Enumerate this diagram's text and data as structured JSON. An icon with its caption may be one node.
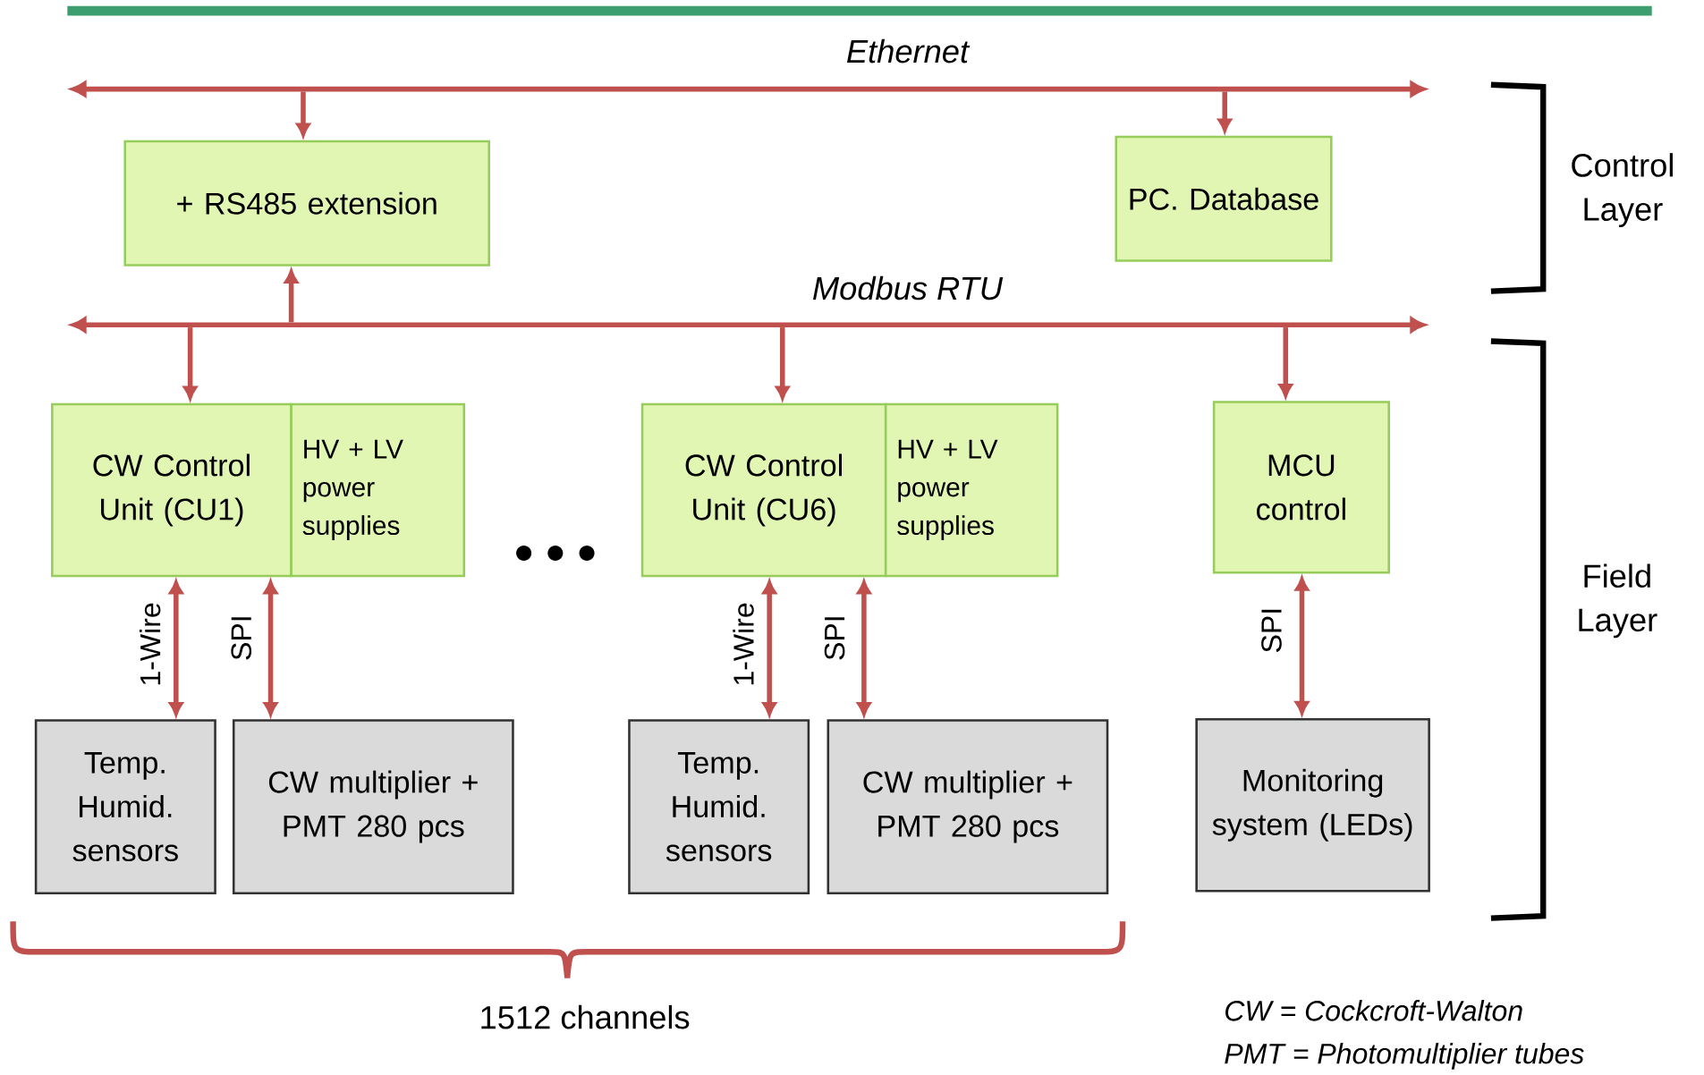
{
  "diagram": {
    "nodes": [
      {
        "text": [
          "Ethernet"
        ]
      },
      {
        "text": [
          "+ RS485 extension"
        ]
      },
      {
        "text": [
          "PC. Database"
        ]
      },
      {
        "text": [
          "Modbus RTU"
        ]
      },
      {
        "text": [
          "CW Control Unit (CU1)"
        ]
      },
      {
        "text": [
          "HV + LV power supplies"
        ]
      },
      {
        "text": [
          "CW Control Unit (CU6)"
        ]
      },
      {
        "text": [
          "HV + LV power supplies"
        ]
      },
      {
        "text": [
          "MCU control"
        ]
      },
      {
        "text": [
          "Temp. Humid. sensors"
        ]
      },
      {
        "text": [
          "CW multiplier + PMT 280 pcs"
        ]
      },
      {
        "text": [
          "Temp. Humid. sensors"
        ]
      },
      {
        "text": [
          "CW multiplier + PMT 280 pcs"
        ]
      },
      {
        "text": [
          "Monitoring system (LEDs)"
        ]
      }
    ],
    "edges": [
      {
        "from": 0,
        "to": 1,
        "arrow": "to"
      },
      {
        "from": 0,
        "to": 2,
        "arrow": "to"
      },
      {
        "from": 3,
        "to": 1,
        "arrow": "to"
      },
      {
        "from": 3,
        "to": 4,
        "arrow": "to"
      },
      {
        "from": 3,
        "to": 6,
        "arrow": "to"
      },
      {
        "from": 3,
        "to": 8,
        "arrow": "to"
      },
      {
        "from": 4,
        "to": 9,
        "arrow": "both",
        "label": "1-Wire"
      },
      {
        "from": 4,
        "to": 10,
        "arrow": "both",
        "label": "SPI"
      },
      {
        "from": 6,
        "to": 11,
        "arrow": "both",
        "label": "1-Wire"
      },
      {
        "from": 6,
        "to": 12,
        "arrow": "both",
        "label": "SPI"
      },
      {
        "from": 8,
        "to": 13,
        "arrow": "both",
        "label": "SPI"
      }
    ],
    "labels": [
      "Control Layer",
      "Field Layer",
      "1512 channels",
      "CW = Cockcroft-Walton",
      "PMT = Photomultiplier tubes"
    ]
  }
}
